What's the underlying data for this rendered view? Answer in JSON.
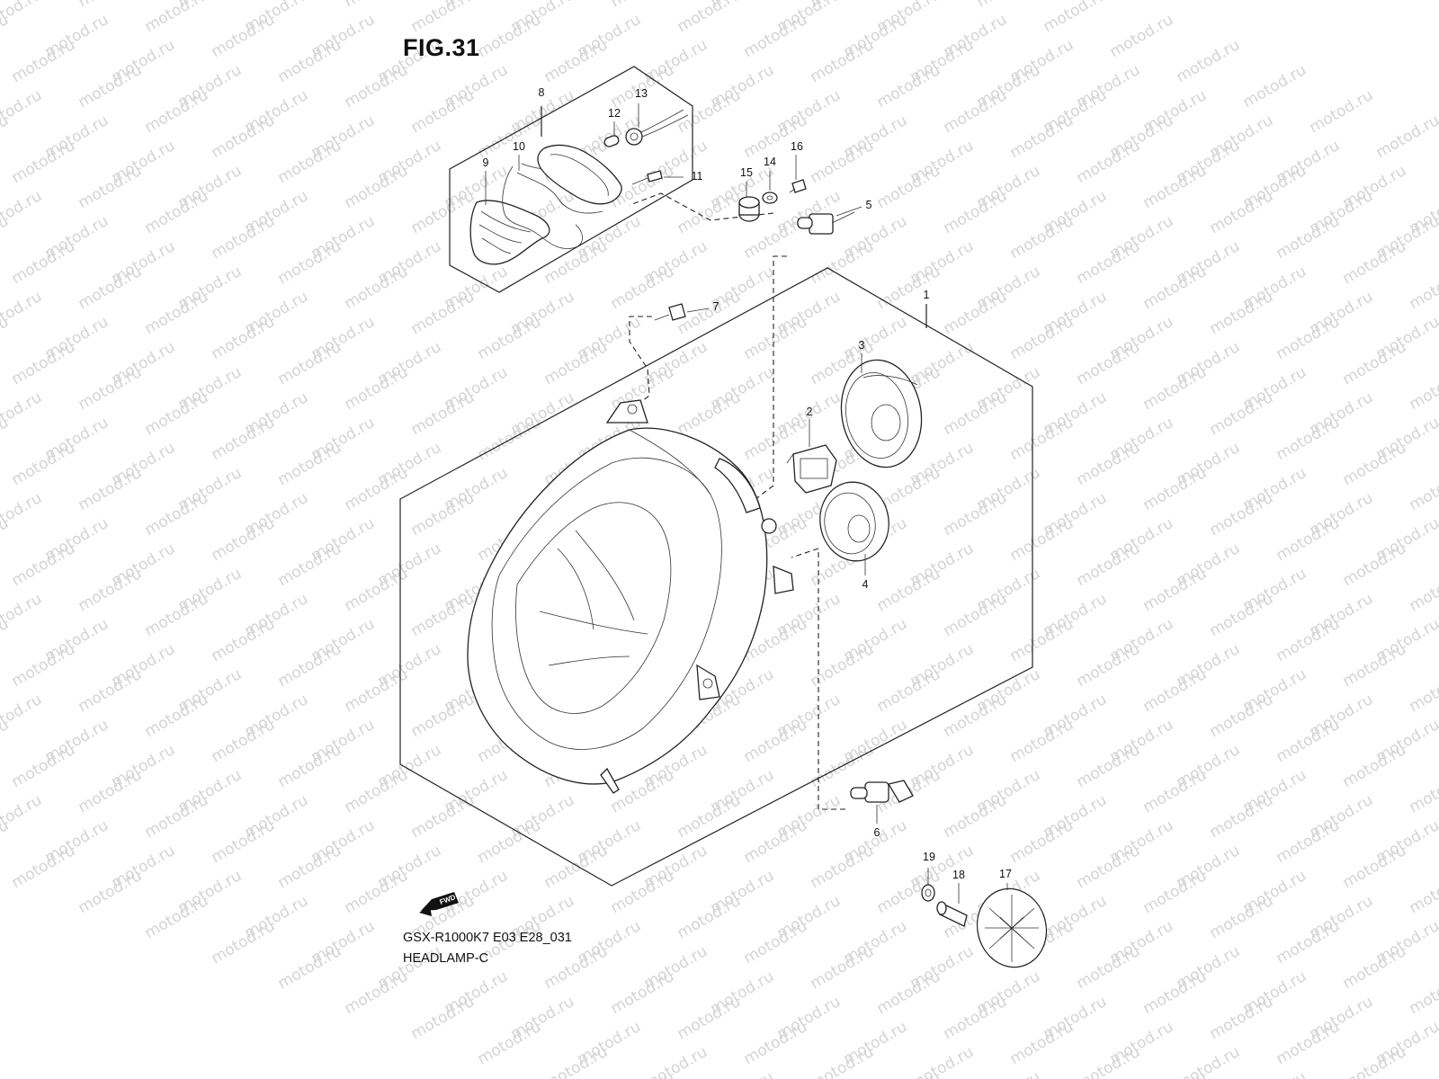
{
  "figure": {
    "title": "FIG.31",
    "model_code": "GSX-R1000K7 E03 E28_031",
    "section_name": "HEADLAMP-C",
    "direction_label": "FWD",
    "watermark": "motod.ru"
  },
  "callouts": [
    {
      "id": "1",
      "label": "1"
    },
    {
      "id": "2",
      "label": "2"
    },
    {
      "id": "3",
      "label": "3"
    },
    {
      "id": "4",
      "label": "4"
    },
    {
      "id": "5",
      "label": "5"
    },
    {
      "id": "6",
      "label": "6"
    },
    {
      "id": "7",
      "label": "7"
    },
    {
      "id": "8",
      "label": "8"
    },
    {
      "id": "9",
      "label": "9"
    },
    {
      "id": "10",
      "label": "10"
    },
    {
      "id": "11",
      "label": "11"
    },
    {
      "id": "12",
      "label": "12"
    },
    {
      "id": "13",
      "label": "13"
    },
    {
      "id": "14",
      "label": "14"
    },
    {
      "id": "15",
      "label": "15"
    },
    {
      "id": "16",
      "label": "16"
    },
    {
      "id": "17",
      "label": "17"
    },
    {
      "id": "18",
      "label": "18"
    },
    {
      "id": "19",
      "label": "19"
    }
  ],
  "colors": {
    "line": "#222222",
    "watermark": "#d4d4d4",
    "background": "#ffffff"
  }
}
